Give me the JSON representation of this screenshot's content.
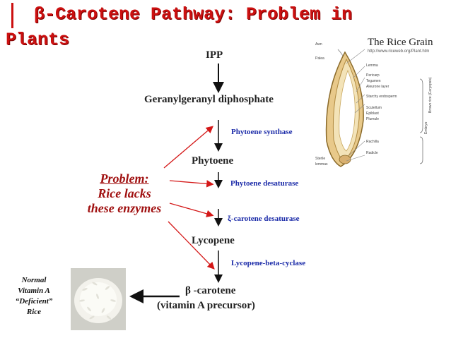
{
  "title": {
    "line1": "β-Carotene Pathway: Problem in",
    "line2": "Plants"
  },
  "pathway": {
    "nodes": {
      "ipp": "IPP",
      "ggpp": "Geranylgeranyl diphosphate",
      "phytoene": "Phytoene",
      "lycopene": "Lycopene",
      "carotene": "β -carotene",
      "precursor": "(vitamin A precursor)"
    },
    "enzymes": {
      "phytoene_synthase": "Phytoene synthase",
      "phytoene_desaturase": "Phytoene desaturase",
      "xi_desaturase": "ξ-carotene desaturase",
      "lycopene_cyclase": "Lycopene-beta-cyclase"
    }
  },
  "problem": {
    "heading": "Problem:",
    "line1": "Rice lacks",
    "line2": "these enzymes"
  },
  "normal_rice": {
    "line1": "Normal",
    "line2": "Vitamin A",
    "line3": "“Deficient”",
    "line4": "Rice"
  },
  "rice_grain_figure": {
    "title": "The Rice Grain",
    "url": "http://www.riceweb.org/Plant.htm",
    "labels": {
      "awn": "Awn",
      "palea": "Palea",
      "lemma": "Lemma",
      "pericarp": "Pericarp",
      "tegmen": "Tegumen",
      "aleurone": "Aleurone layer",
      "starchy": "Starchy endosperm",
      "scutellum": "Scutellum",
      "epiblast": "Epiblast",
      "plumule": "Plumule",
      "rachilla": "Rachilla",
      "radicle": "Radicle",
      "sterile": "Sterile",
      "lemmas": "lemmas",
      "embryo": "Embryo",
      "caryopsis": "Brown rice (Caryopsis)"
    }
  },
  "colors": {
    "title_red": "#cc1010",
    "enzyme_blue": "#1a2aa8",
    "problem_red": "#a01010",
    "arrow_black": "#111111",
    "problem_arrow_red": "#d41818"
  }
}
